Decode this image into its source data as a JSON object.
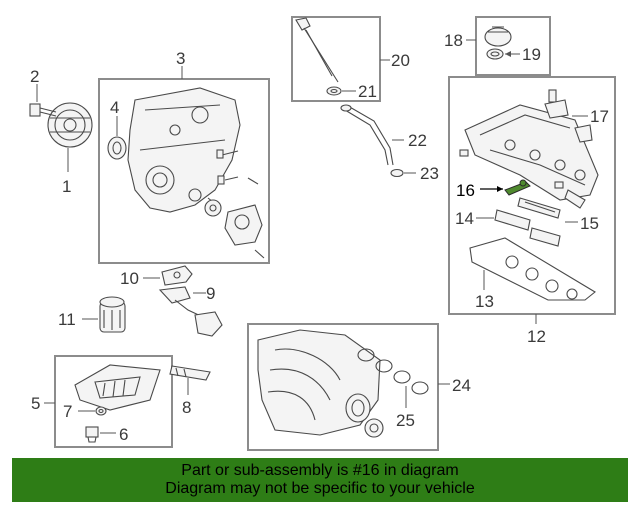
{
  "callouts": {
    "n1": "1",
    "n2": "2",
    "n3": "3",
    "n4": "4",
    "n5": "5",
    "n6": "6",
    "n7": "7",
    "n8": "8",
    "n9": "9",
    "n10": "10",
    "n11": "11",
    "n12": "12",
    "n13": "13",
    "n14": "14",
    "n15": "15",
    "n16": "16",
    "n17": "17",
    "n18": "18",
    "n19": "19",
    "n20": "20",
    "n21": "21",
    "n22": "22",
    "n23": "23",
    "n24": "24",
    "n25": "25"
  },
  "highlight": {
    "part": "16",
    "color": "#4f8a2e"
  },
  "banner": {
    "line1": "Part or sub-assembly is #16 in diagram",
    "line2": "Diagram may not be specific to your vehicle",
    "color": "#2e7d16"
  }
}
